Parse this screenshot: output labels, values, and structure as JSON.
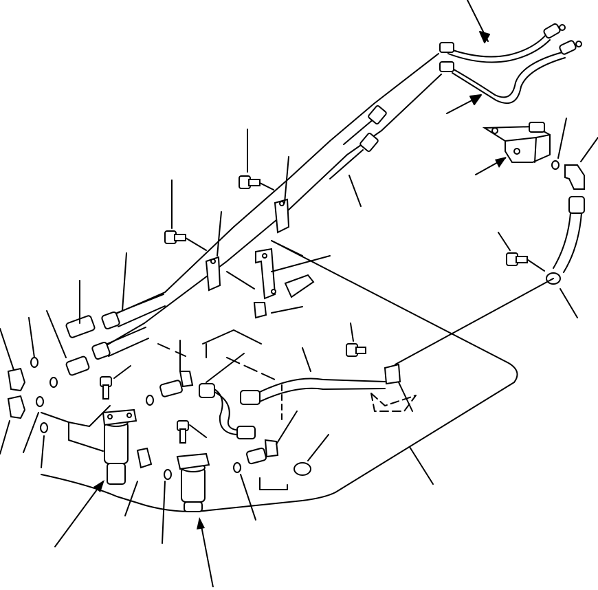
{
  "diagram": {
    "ink_color": "#000000",
    "paper_color": "#ffffff",
    "parts": [
      {
        "id": "upper-hose-pair",
        "icon": "hose-icon"
      },
      {
        "id": "upper-tube",
        "icon": "tube-icon"
      },
      {
        "id": "valve-block",
        "icon": "valve-block-icon"
      },
      {
        "id": "elbow-fitting-right",
        "icon": "elbow-fitting-icon"
      },
      {
        "id": "hose-right",
        "icon": "hose-icon"
      },
      {
        "id": "bolt",
        "icon": "bolt-icon"
      },
      {
        "id": "clamp",
        "icon": "clamp-icon"
      },
      {
        "id": "bracket",
        "icon": "bracket-icon"
      },
      {
        "id": "o-ring",
        "icon": "o-ring-icon"
      },
      {
        "id": "swivel-joint",
        "icon": "swivel-joint-icon"
      },
      {
        "id": "floor-plate",
        "icon": "floor-plate-icon"
      },
      {
        "id": "adapter-fitting",
        "icon": "adapter-icon"
      }
    ]
  }
}
